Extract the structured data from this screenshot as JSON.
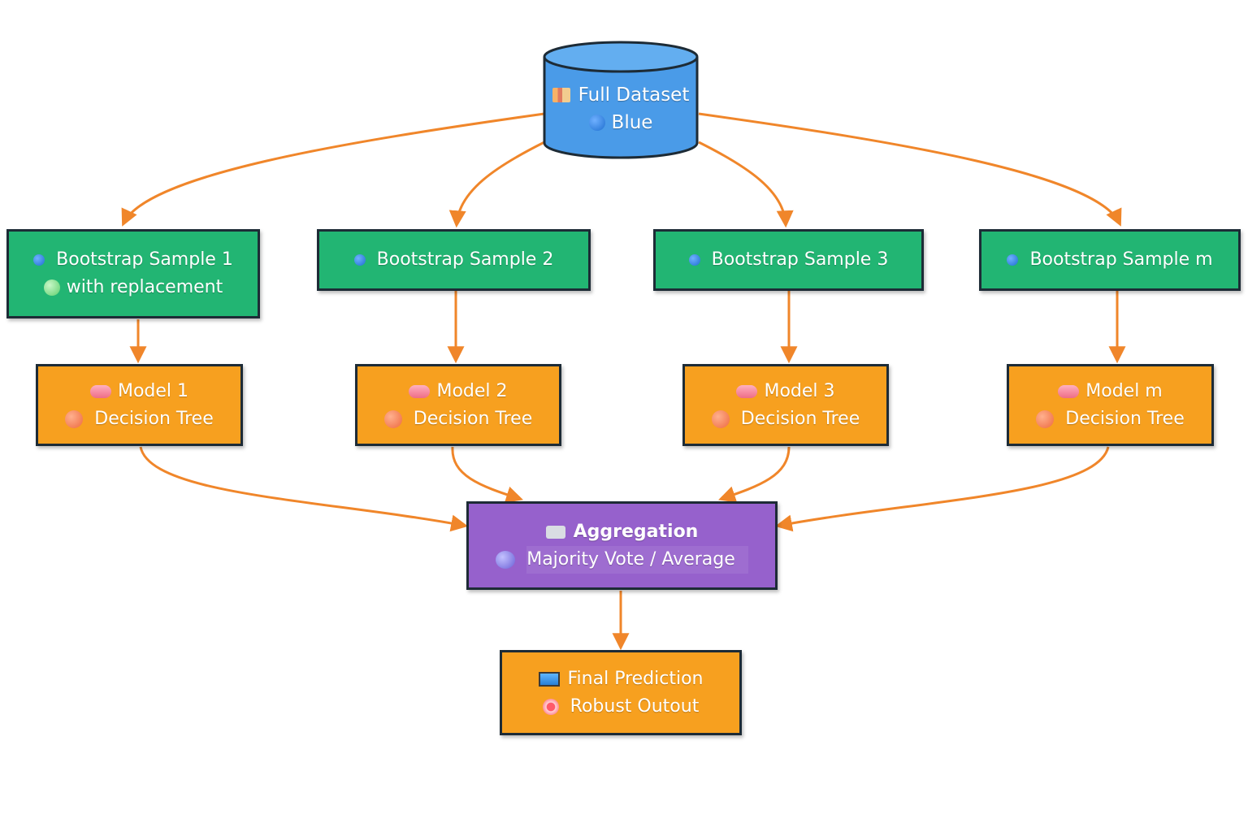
{
  "dataset": {
    "icon": "database-chart-icon",
    "title": "Full Dataset",
    "subtitle_icon": "blue-circle-icon",
    "subtitle": "Blue",
    "color": "#4a9be8"
  },
  "samples": [
    {
      "icon": "blue-dot-icon",
      "label": "Bootstrap Sample 1",
      "note_icon": "green-circle-icon",
      "note": "with replacement"
    },
    {
      "icon": "blue-dot-icon",
      "label": "Bootstrap Sample 2"
    },
    {
      "icon": "blue-dot-icon",
      "label": "Bootstrap Sample 3"
    },
    {
      "icon": "blue-dot-icon",
      "label": "Bootstrap Sample m"
    }
  ],
  "models": [
    {
      "icon": "pink-pill-icon",
      "label": "Model 1",
      "type_icon": "coral-circle-icon",
      "type": "Decision Tree"
    },
    {
      "icon": "pink-pill-icon",
      "label": "Model 2",
      "type_icon": "coral-circle-icon",
      "type": "Decision Tree"
    },
    {
      "icon": "pink-pill-icon",
      "label": "Model 3",
      "type_icon": "coral-circle-icon",
      "type": "Decision Tree"
    },
    {
      "icon": "pink-pill-icon",
      "label": "Model m",
      "type_icon": "coral-circle-icon",
      "type": "Decision Tree"
    }
  ],
  "aggregation": {
    "icon": "puzzle-icon",
    "title": "Aggregation",
    "method_icon": "lavender-circle-icon",
    "method": "Majority Vote / Average"
  },
  "final": {
    "icon": "monitor-icon",
    "title": "Final Prediction",
    "note_icon": "target-icon",
    "note": "Robust Outout"
  },
  "colors": {
    "sample": "#22b573",
    "model": "#f7a01f",
    "aggregation": "#9661cc",
    "edge": "#f0862a",
    "border": "#1d2b36"
  }
}
